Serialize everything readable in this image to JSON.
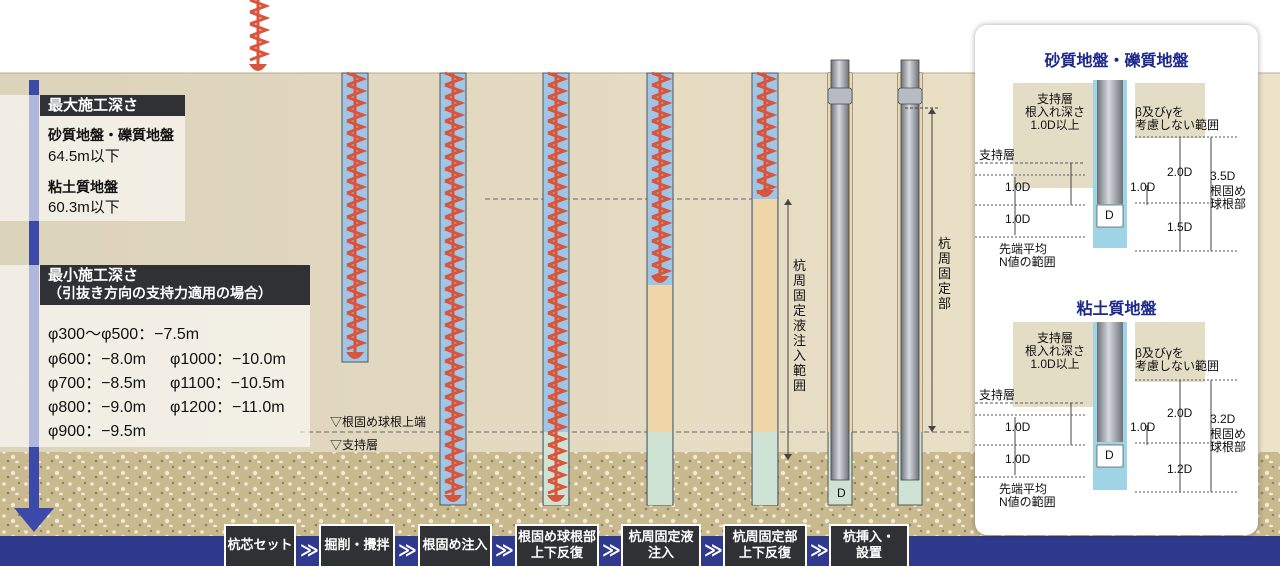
{
  "panels": {
    "max_depth": {
      "title": "最大施工深さ",
      "sand_label": "砂質地盤・礫質地盤",
      "sand_value": "64.5m以下",
      "clay_label": "粘土質地盤",
      "clay_value": "60.3m以下"
    },
    "min_depth": {
      "title": "最小施工深さ",
      "subtitle": "（引抜き方向の支持力適用の場合）",
      "rows": [
        "φ300～φ500：−7.5m",
        "φ600：−8.0m",
        "φ700：−8.5m",
        "φ800：−9.0m",
        "φ900：−9.5m"
      ],
      "rows_right": [
        "φ1000：−10.0m",
        "φ1100：−10.5m",
        "φ1200：−11.0m"
      ]
    }
  },
  "labels": {
    "root_top": "▽根固め球根上端",
    "support": "▽支持層",
    "injection_range": "杭周固定液注入範囲",
    "fixed_part": "杭周固定部",
    "diameter": "D"
  },
  "steps": [
    "杭芯セット",
    "掘削・攪拌",
    "根固め注入",
    "根固め球根部\n上下反復",
    "杭周固定液\n注入",
    "杭周固定部\n上下反復",
    "杭挿入・\n設置"
  ],
  "callout": {
    "sand": {
      "title": "砂質地盤・礫質地盤",
      "embed": "支持層\n根入れ深さ\n1.0D以上",
      "beta": "β及びγを\n考慮しない範囲",
      "support": "支持層",
      "d1": "1.0D",
      "d2": "1.0D",
      "mid": "1.0D",
      "d20": "2.0D",
      "d15": "1.5D",
      "total": "3.5D",
      "root": "根固め\n球根部",
      "nval": "先端平均\nN値の範囲",
      "dmark": "D"
    },
    "clay": {
      "title": "粘土質地盤",
      "embed": "支持層\n根入れ深さ\n1.0D以上",
      "beta": "β及びγを\n考慮しない範囲",
      "support": "支持層",
      "d1": "1.0D",
      "d2": "1.0D",
      "mid": "1.0D",
      "d20": "2.0D",
      "d15": "1.2D",
      "total": "3.2D",
      "root": "根固め\n球根部",
      "nval": "先端平均\nN値の範囲",
      "dmark": "D"
    }
  },
  "colors": {
    "sky": "#ffffff",
    "ground": "#ede3c9",
    "gravel": "#c8b98e",
    "casing": "#9fc6e6",
    "auger": "#d8543a",
    "cement": "#efd6a8",
    "root": "#cfe3d4",
    "pile": "#8a8f97",
    "bar": "#2f3a8d",
    "step": "#2f3135"
  }
}
